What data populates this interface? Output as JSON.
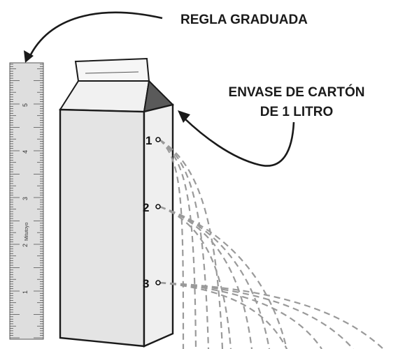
{
  "labels": {
    "ruler": "REGLA GRADUADA",
    "carton_line1": "ENVASE DE CARTÓN",
    "carton_line2": "DE 1 LITRO"
  },
  "ruler": {
    "brand": "Mitutoyo",
    "numbers": [
      "1",
      "2",
      "3",
      "4",
      "5"
    ]
  },
  "holes": [
    {
      "label": "1"
    },
    {
      "label": "2"
    },
    {
      "label": "3"
    }
  ],
  "colors": {
    "outline": "#1a1a1a",
    "carton_front": "#e6e6e6",
    "carton_side": "#efefef",
    "carton_top": "#f4f4f4",
    "carton_dark": "#5a5a5a",
    "stream": "#9a9a9a",
    "ruler_fill": "#dedede"
  }
}
